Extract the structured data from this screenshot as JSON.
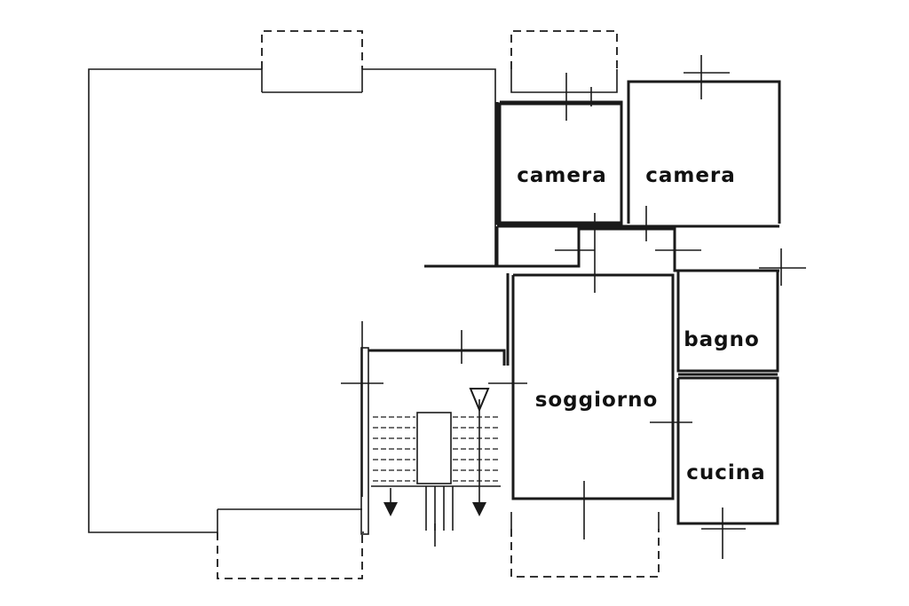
{
  "rooms": {
    "camera_left": "camera",
    "camera_right": "camera",
    "bagno": "bagno",
    "soggiorno": "soggiorno",
    "cucina": "cucina"
  },
  "colors": {
    "ink": "#1a1a1a",
    "paper": "#ffffff"
  }
}
